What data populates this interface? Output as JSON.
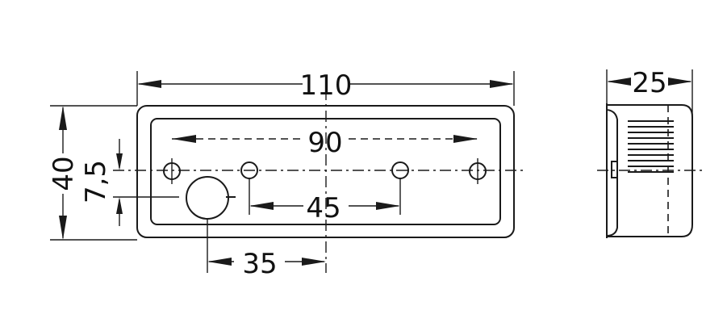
{
  "dimensions": {
    "overall_length": "110",
    "inner_hole_spacing": "90",
    "center_hole_spacing": "45",
    "offset_to_lens": "35",
    "overall_height": "40",
    "hole_offset": "7,5",
    "depth": "25"
  }
}
